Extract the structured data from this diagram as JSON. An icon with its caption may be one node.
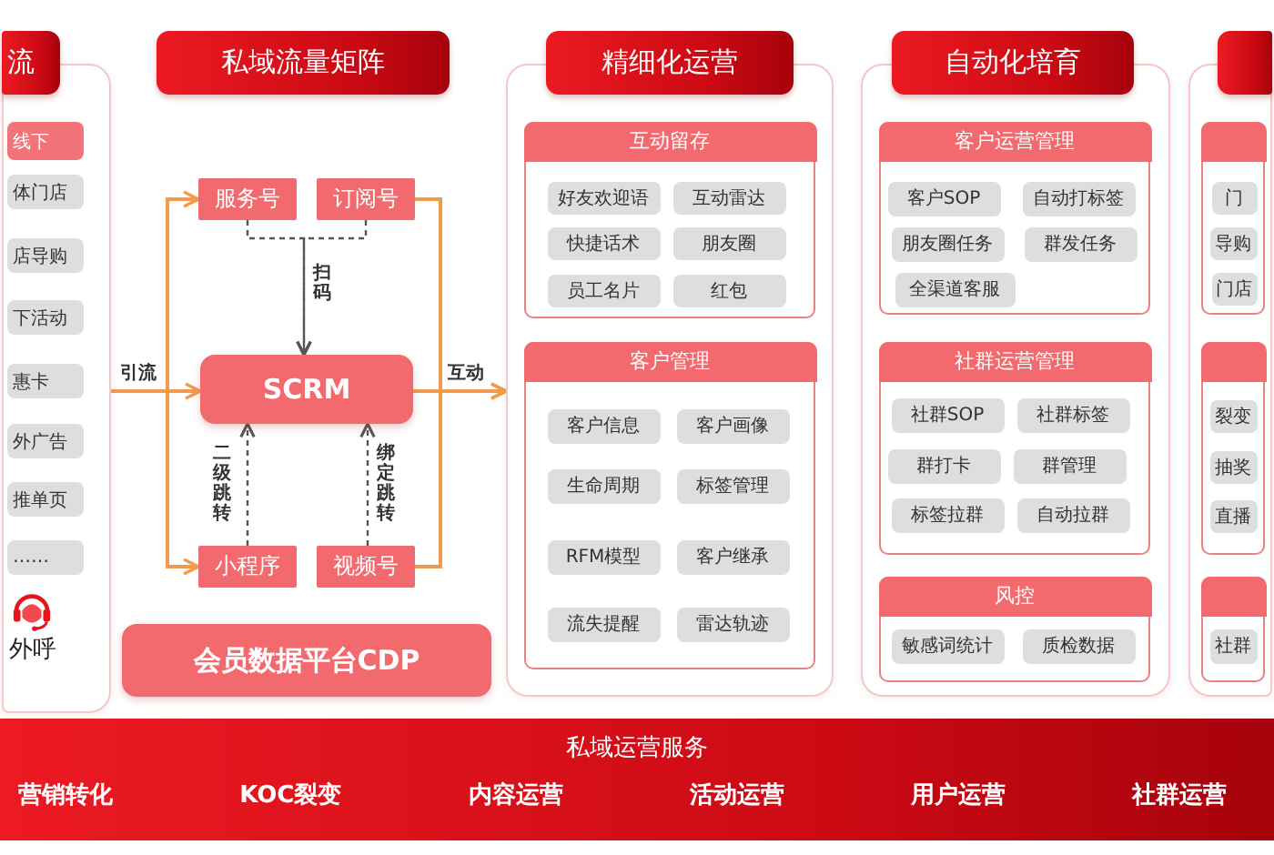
{
  "diagram": {
    "nodes": [
      {
        "text": [
          "流"
        ]
      },
      {
        "text": [
          "线下"
        ],
        "in": 0
      },
      {
        "text": [
          "体门店"
        ],
        "in": 0
      },
      {
        "text": [
          "店导购"
        ],
        "in": 0
      },
      {
        "text": [
          "下活动"
        ],
        "in": 0
      },
      {
        "text": [
          "惠卡"
        ],
        "in": 0
      },
      {
        "text": [
          "外广告"
        ],
        "in": 0
      },
      {
        "text": [
          "推单页"
        ],
        "in": 0
      },
      {
        "text": [
          "……"
        ],
        "in": 0
      },
      {
        "text": [
          "私域流量矩阵"
        ]
      },
      {
        "text": [
          "服务号"
        ]
      },
      {
        "text": [
          "订阅号"
        ]
      },
      {
        "text": [
          "SCRM"
        ]
      },
      {
        "text": [
          "小程序"
        ]
      },
      {
        "text": [
          "视频号"
        ]
      },
      {
        "text": [
          "会员数据平台CDP"
        ]
      },
      {
        "text": [
          "精细化运营"
        ]
      },
      {
        "text": [
          "互动留存"
        ],
        "in": 16
      },
      {
        "text": [
          "好友欢迎语"
        ],
        "in": 17
      },
      {
        "text": [
          "互动雷达"
        ],
        "in": 17
      },
      {
        "text": [
          "快捷话术"
        ],
        "in": 17
      },
      {
        "text": [
          "朋友圈"
        ],
        "in": 17
      },
      {
        "text": [
          "员工名片"
        ],
        "in": 17
      },
      {
        "text": [
          "红包"
        ],
        "in": 17
      },
      {
        "text": [
          "客户管理"
        ],
        "in": 16
      },
      {
        "text": [
          "客户信息"
        ],
        "in": 24
      },
      {
        "text": [
          "客户画像"
        ],
        "in": 24
      },
      {
        "text": [
          "生命周期"
        ],
        "in": 24
      },
      {
        "text": [
          "标签管理"
        ],
        "in": 24
      },
      {
        "text": [
          "RFM模型"
        ],
        "in": 24
      },
      {
        "text": [
          "客户继承"
        ],
        "in": 24
      },
      {
        "text": [
          "流失提醒"
        ],
        "in": 24
      },
      {
        "text": [
          "雷达轨迹"
        ],
        "in": 24
      },
      {
        "text": [
          "自动化培育"
        ]
      },
      {
        "text": [
          "客户运营管理"
        ],
        "in": 33
      },
      {
        "text": [
          "客户SOP"
        ],
        "in": 34
      },
      {
        "text": [
          "自动打标签"
        ],
        "in": 34
      },
      {
        "text": [
          "朋友圈任务"
        ],
        "in": 34
      },
      {
        "text": [
          "群发任务"
        ],
        "in": 34
      },
      {
        "text": [
          "全渠道客服"
        ],
        "in": 34
      },
      {
        "text": [
          "社群运营管理"
        ],
        "in": 33
      },
      {
        "text": [
          "社群SOP"
        ],
        "in": 40
      },
      {
        "text": [
          "社群标签"
        ],
        "in": 40
      },
      {
        "text": [
          "群打卡"
        ],
        "in": 40
      },
      {
        "text": [
          "群管理"
        ],
        "in": 40
      },
      {
        "text": [
          "标签拉群"
        ],
        "in": 40
      },
      {
        "text": [
          "自动拉群"
        ],
        "in": 40
      },
      {
        "text": [
          "风控"
        ],
        "in": 33
      },
      {
        "text": [
          "敏感词统计"
        ],
        "in": 47
      },
      {
        "text": [
          "质检数据"
        ],
        "in": 47
      },
      {
        "text": [],
        "shape": "box"
      },
      {
        "text": [],
        "shape": "box",
        "in": 50
      },
      {
        "text": [
          "门"
        ],
        "in": 51
      },
      {
        "text": [
          "导购"
        ],
        "in": 51
      },
      {
        "text": [
          "门店"
        ],
        "in": 51
      },
      {
        "text": [],
        "shape": "box",
        "in": 50
      },
      {
        "text": [
          "裂变"
        ],
        "in": 55
      },
      {
        "text": [
          "抽奖"
        ],
        "in": 55
      },
      {
        "text": [
          "直播"
        ],
        "in": 55
      },
      {
        "text": [],
        "shape": "box",
        "in": 50
      },
      {
        "text": [
          "社群"
        ],
        "in": 59
      },
      {
        "text": [
          "私域运营服务",
          "营销转化",
          "KOC裂变",
          "内容运营",
          "活动运营",
          "用户运营",
          "社群运营"
        ]
      }
    ],
    "edges": [
      {
        "from": 0,
        "to": 10,
        "arrow": "to"
      },
      {
        "from": 0,
        "to": 12,
        "arrow": "to",
        "label": "引流"
      },
      {
        "from": 0,
        "to": 13,
        "arrow": "to"
      },
      {
        "from": 10,
        "to": 12,
        "arrow": "to",
        "label": "扫码",
        "style": "dashed",
        "color": "#555555"
      },
      {
        "from": 11,
        "to": 12,
        "arrow": "to",
        "style": "dashed",
        "color": "#555555"
      },
      {
        "from": 13,
        "to": 12,
        "arrow": "to",
        "label": "二级跳转",
        "style": "dashed",
        "color": "#555555"
      },
      {
        "from": 14,
        "to": 12,
        "arrow": "to",
        "label": "绑定跳转",
        "style": "dashed",
        "color": "#555555"
      },
      {
        "from": 11,
        "to": 16,
        "arrow": "to"
      },
      {
        "from": 12,
        "to": 16,
        "arrow": "to",
        "label": "互动"
      },
      {
        "from": 14,
        "to": 16,
        "arrow": "to"
      }
    ],
    "labels": [
      "外呼"
    ]
  }
}
